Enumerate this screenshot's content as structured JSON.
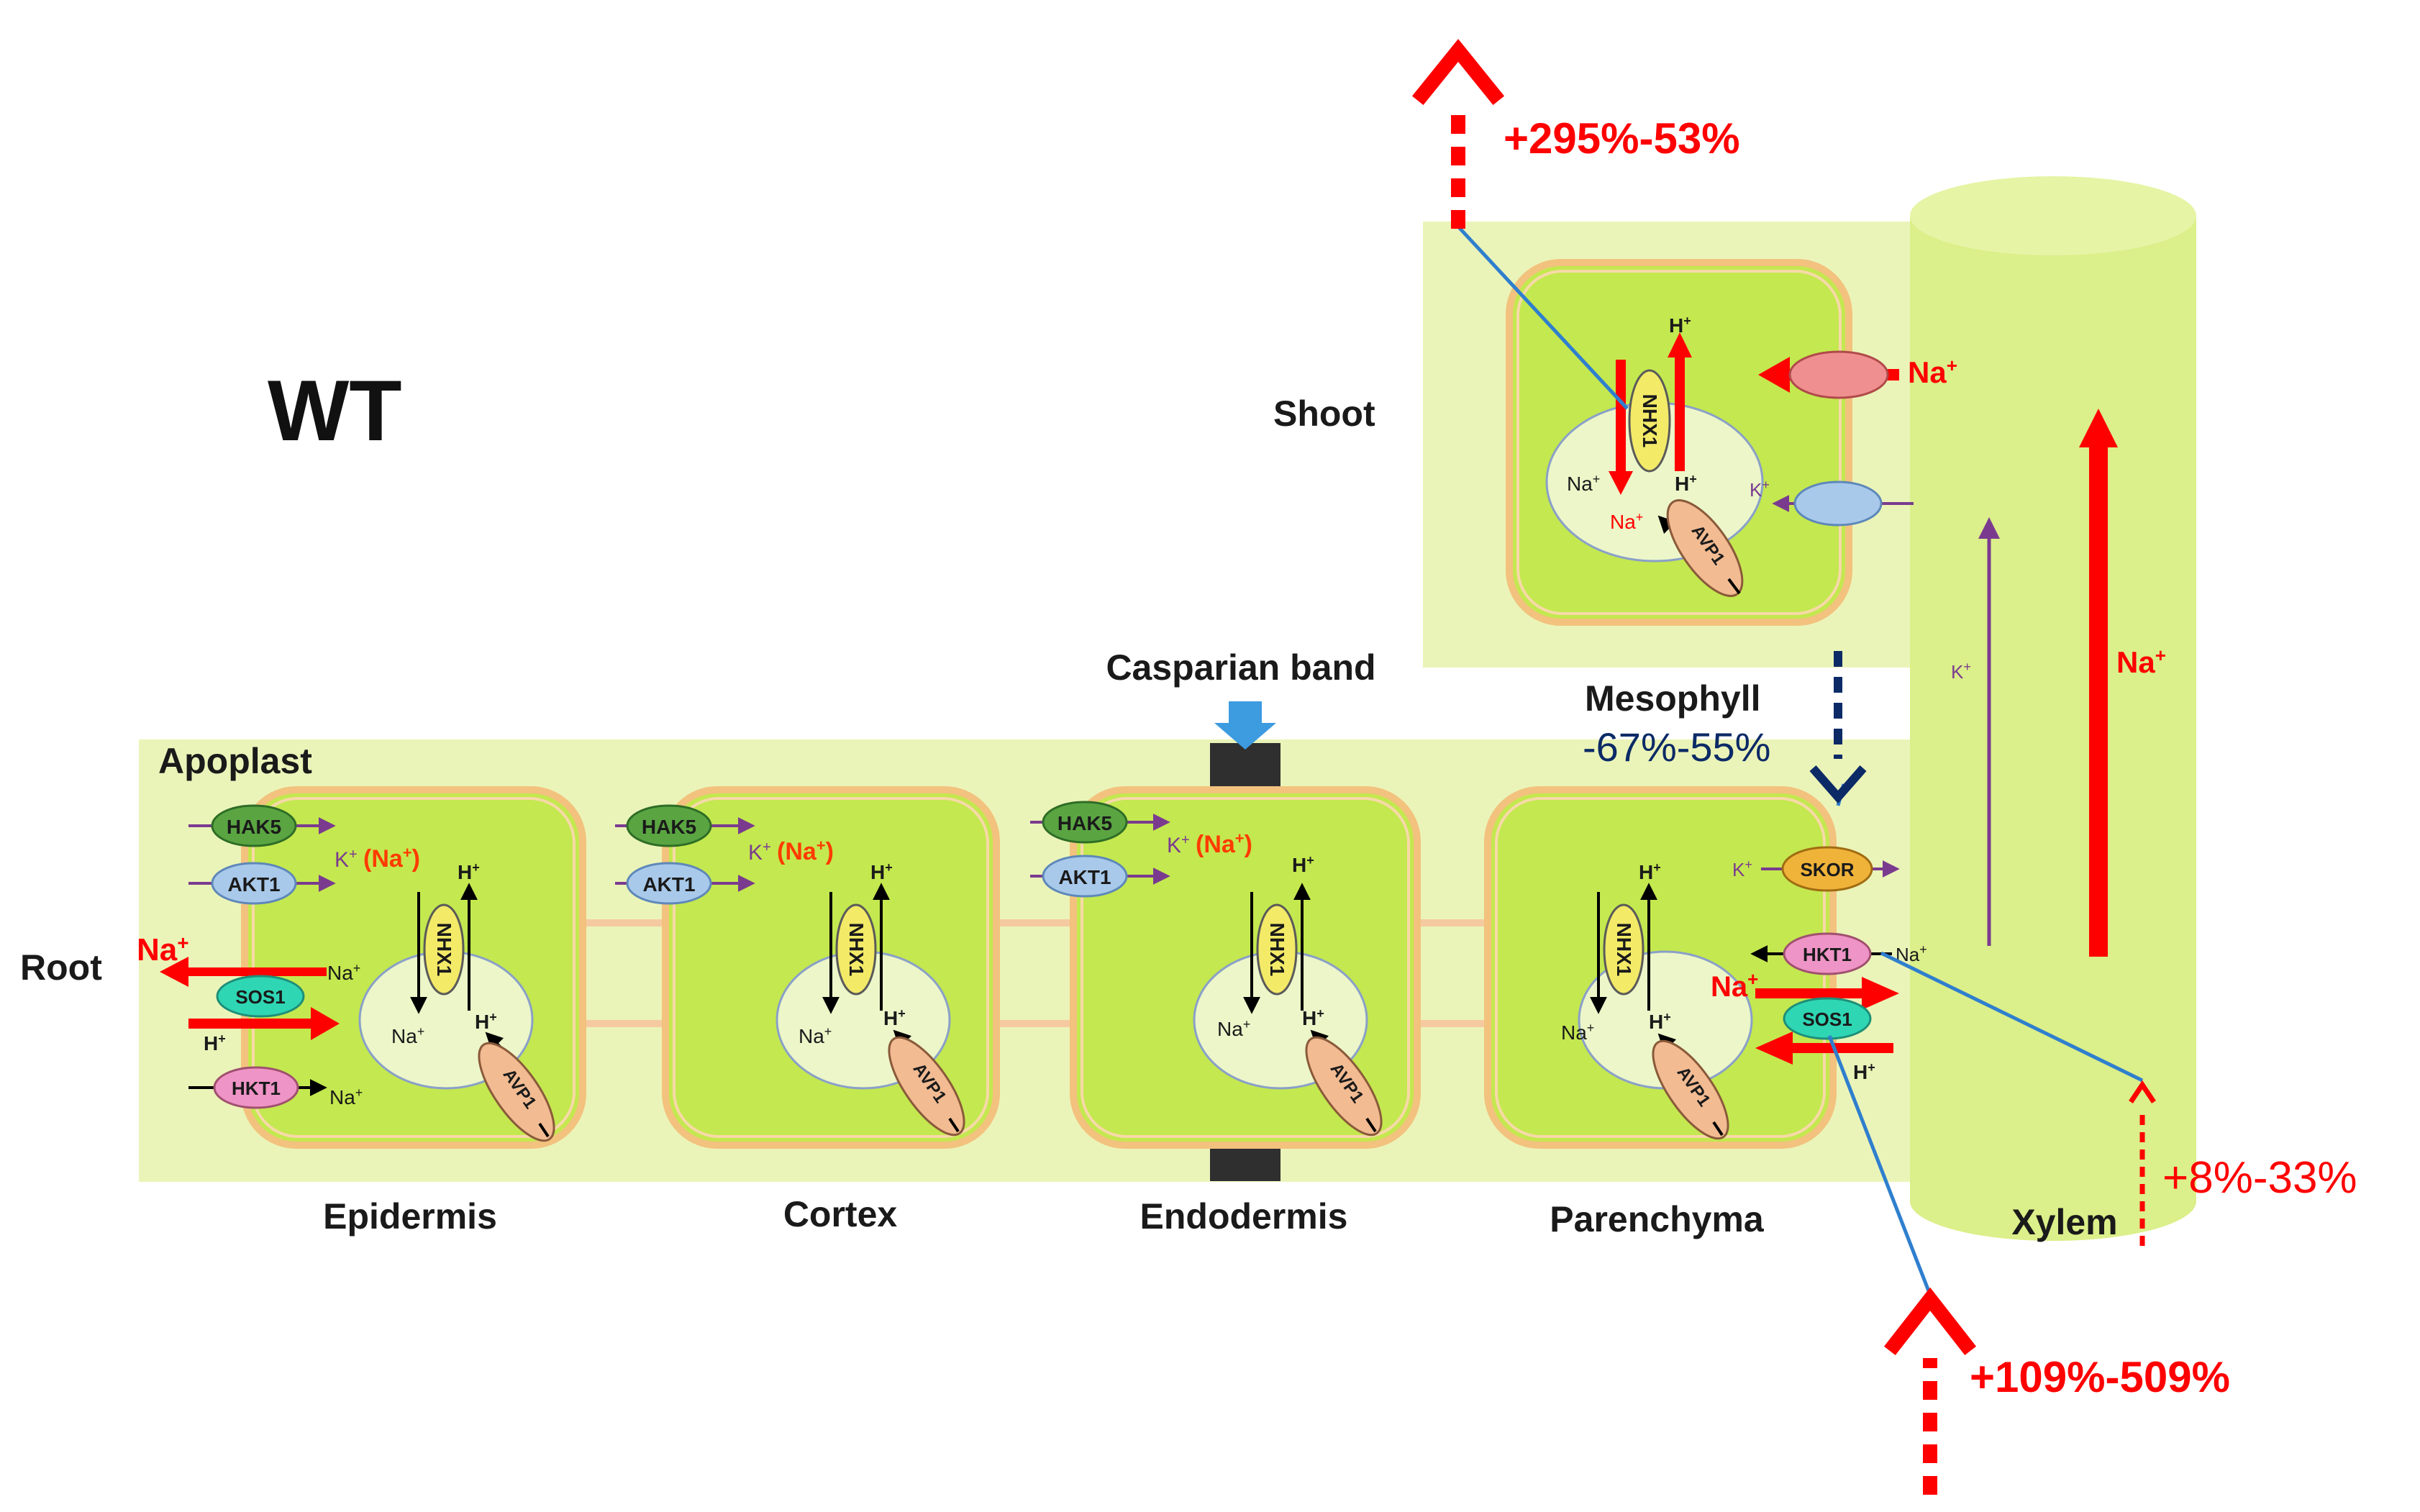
{
  "genotype_label": "WT",
  "tissue_labels": {
    "shoot": "Shoot",
    "root": "Root",
    "apoplast": "Apoplast",
    "mesophyll": "Mesophyll",
    "casparian_band": "Casparian band",
    "epidermis": "Epidermis",
    "cortex": "Cortex",
    "endodermis": "Endodermis",
    "parenchyma": "Parenchyma",
    "xylem": "Xylem"
  },
  "transporters": {
    "hak5": "HAK5",
    "akt1": "AKT1",
    "sos1": "SOS1",
    "hkt1": "HKT1",
    "nhx1": "NHX1",
    "avp1": "AVP1",
    "skor": "SKOR"
  },
  "ions": {
    "na": "Na",
    "k": "K",
    "h": "H",
    "plus": "+",
    "na_plus": "Na⁺",
    "k_plus": "K⁺",
    "h_plus": "H⁺",
    "k_na": "K⁺(Na⁺)"
  },
  "changes": {
    "shoot_top": "+295%-53%",
    "mesophyll": "-67%-55%",
    "xylem": "+8%-33%",
    "bottom": "+109%-509%"
  },
  "colors": {
    "tissue_bg": "#ebf4b8",
    "cell_fill": "#c4e84f",
    "cell_wall": "#f2c27e",
    "vacuole": "#ecf6c9",
    "xylem": "#dbef8a",
    "red": "#ff0000",
    "navy": "#0b2a66",
    "blue_line": "#2f7fce",
    "purple": "#7a3b8f"
  },
  "icons": {
    "casparian_marker": "down-arrow-icon",
    "change_arrows": "dashed-up-arrow-icon"
  }
}
